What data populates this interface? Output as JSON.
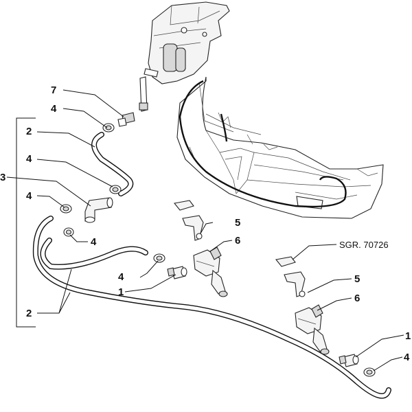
{
  "diagram": {
    "reference_code": "SGR. 70726",
    "callouts": {
      "c7": "7",
      "c4_upper": "4",
      "c2_upper": "2",
      "c4_left_mid": "4",
      "c3": "3",
      "c4_left": "4",
      "c4_center": "4",
      "c5_left": "5",
      "c6_left": "6",
      "c4_lower": "4",
      "c1_left": "1",
      "c2_lower": "2",
      "c5_right": "5",
      "c6_right": "6",
      "c1_right": "1",
      "c4_right": "4"
    },
    "colors": {
      "line": "#111111",
      "paper": "#ffffff",
      "shade": "#d8d8d8"
    }
  }
}
